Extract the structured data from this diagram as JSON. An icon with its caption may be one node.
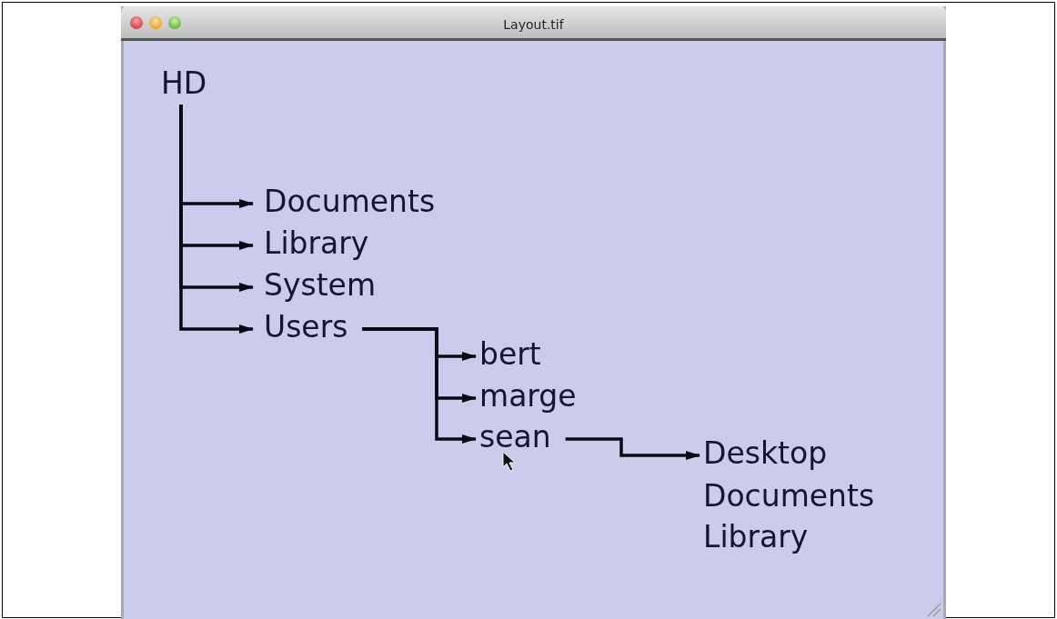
{
  "diagram": {
    "title": "Layout.tif",
    "nodes": [
      {
        "text": [
          "HD"
        ]
      },
      {
        "text": [
          "Documents"
        ]
      },
      {
        "text": [
          "Library"
        ]
      },
      {
        "text": [
          "System"
        ]
      },
      {
        "text": [
          "Users"
        ]
      },
      {
        "text": [
          "bert"
        ]
      },
      {
        "text": [
          "marge"
        ]
      },
      {
        "text": [
          "sean"
        ]
      },
      {
        "text": [
          "Desktop"
        ]
      },
      {
        "text": [
          "Documents"
        ]
      },
      {
        "text": [
          "Library"
        ]
      }
    ],
    "edges": [
      {
        "from": 0,
        "to": 1,
        "arrow": "to"
      },
      {
        "from": 0,
        "to": 2,
        "arrow": "to"
      },
      {
        "from": 0,
        "to": 3,
        "arrow": "to"
      },
      {
        "from": 0,
        "to": 4,
        "arrow": "to"
      },
      {
        "from": 4,
        "to": 5,
        "arrow": "to"
      },
      {
        "from": 4,
        "to": 6,
        "arrow": "to"
      },
      {
        "from": 4,
        "to": 7,
        "arrow": "to"
      },
      {
        "from": 7,
        "to": 8,
        "arrow": "to"
      }
    ]
  }
}
